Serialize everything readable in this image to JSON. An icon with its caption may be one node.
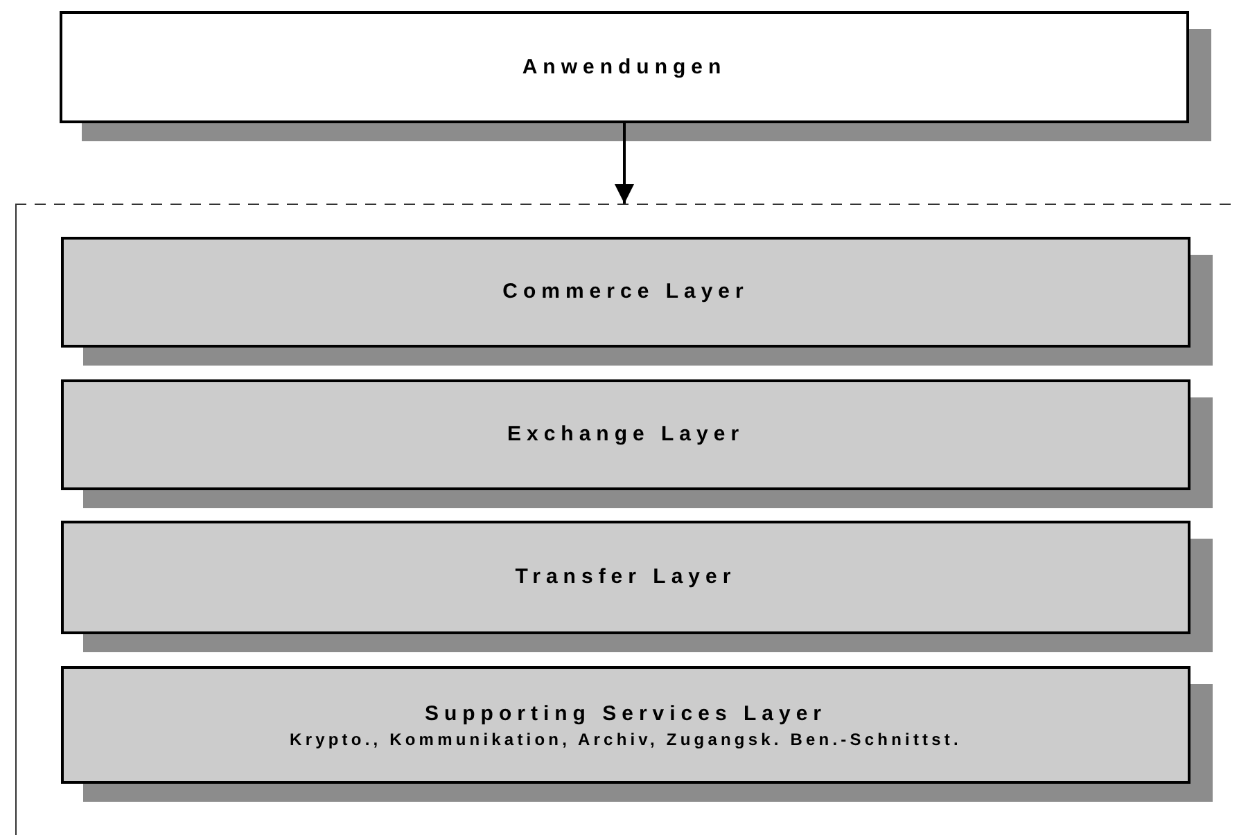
{
  "diagram": {
    "nodes": [
      {
        "text": [
          "Anwendungen"
        ]
      },
      {
        "text": [],
        "shape": "box"
      },
      {
        "text": [
          "Commerce Layer"
        ],
        "in": 1
      },
      {
        "text": [
          "Exchange Layer"
        ],
        "in": 1
      },
      {
        "text": [
          "Transfer Layer"
        ],
        "in": 1
      },
      {
        "text": [
          "Supporting Services Layer",
          "Krypto., Kommunikation, Archiv, Zugangsk. Ben.-Schnittst."
        ],
        "in": 1
      }
    ],
    "edges": [
      {
        "from": 0,
        "to": 1,
        "arrow": "to"
      }
    ]
  }
}
